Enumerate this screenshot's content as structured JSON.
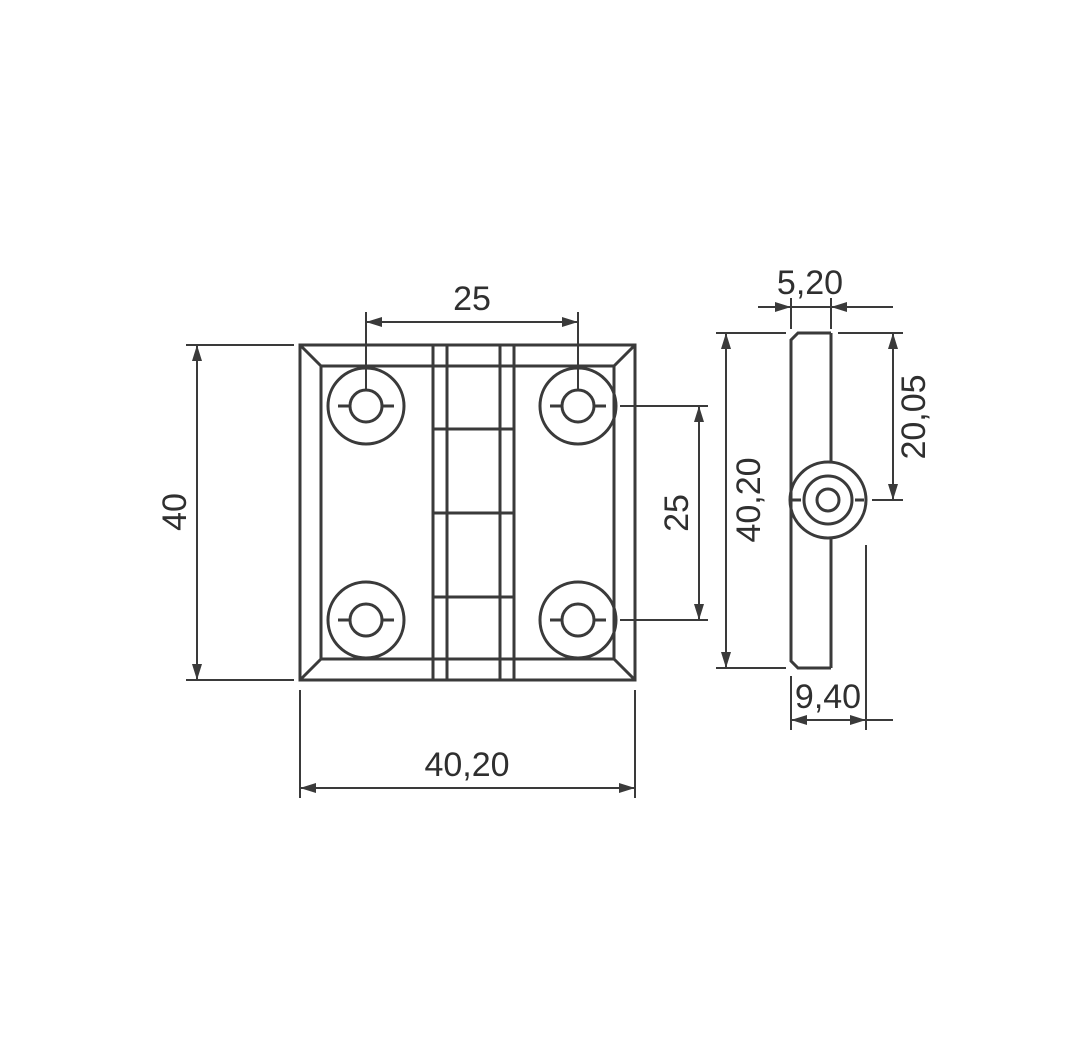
{
  "drawing": {
    "background_color": "#ffffff",
    "line_color": "#3a3a3a",
    "text_color": "#2f2f2f",
    "dimensions": {
      "front_hole_spacing_h": "25",
      "front_height": "40",
      "front_hole_spacing_v": "25",
      "side_height": "40,20",
      "front_width": "40,20",
      "side_thickness": "5,20",
      "side_pin_offset": "20,05",
      "side_depth": "9,40"
    }
  }
}
